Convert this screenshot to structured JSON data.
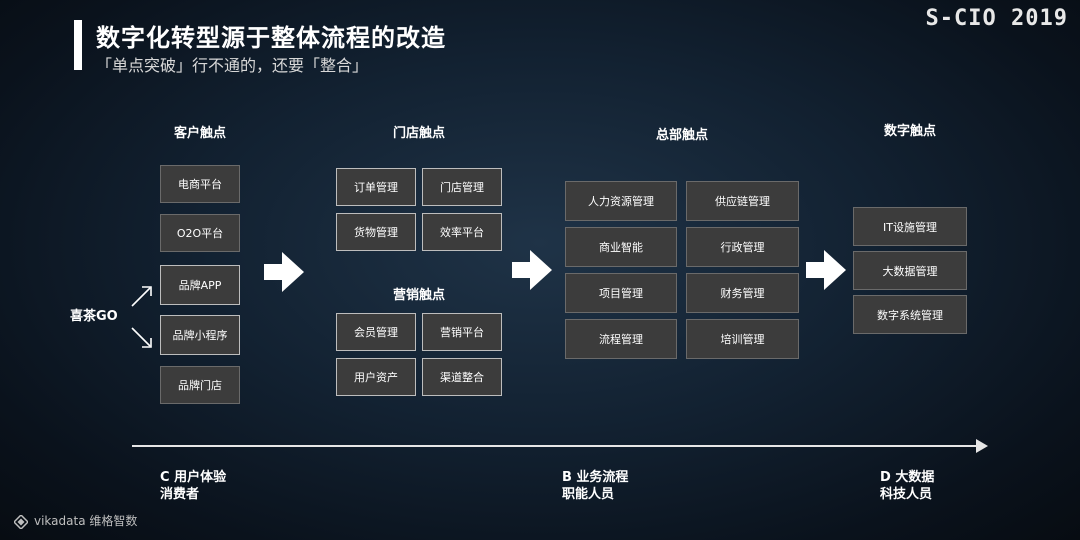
{
  "header": {
    "title": "数字化转型源于整体流程的改造",
    "subtitle": "「单点突破」行不通的，还要「整合」",
    "logo": "S-CIO 2019"
  },
  "sections": {
    "customer": {
      "title": "客户触点",
      "items": [
        "电商平台",
        "O2O平台",
        "品牌APP",
        "品牌小程序",
        "品牌门店"
      ]
    },
    "store": {
      "title": "门店触点",
      "items": [
        "订单管理",
        "门店管理",
        "货物管理",
        "效率平台"
      ]
    },
    "marketing": {
      "title": "营销触点",
      "items": [
        "会员管理",
        "营销平台",
        "用户资产",
        "渠道整合"
      ]
    },
    "hq": {
      "title": "总部触点",
      "items": [
        "人力资源管理",
        "供应链管理",
        "商业智能",
        "行政管理",
        "项目管理",
        "财务管理",
        "流程管理",
        "培训管理"
      ]
    },
    "digital": {
      "title": "数字触点",
      "items": [
        "IT设施管理",
        "大数据管理",
        "数字系统管理"
      ]
    }
  },
  "side_label": "喜茶GO",
  "footer": {
    "c_line1": "C 用户体验",
    "c_line2": "消费者",
    "b_line1": "B 业务流程",
    "b_line2": "职能人员",
    "d_line1": "D 大数据",
    "d_line2": "科技人员"
  },
  "brand": "vikadata 维格智数"
}
